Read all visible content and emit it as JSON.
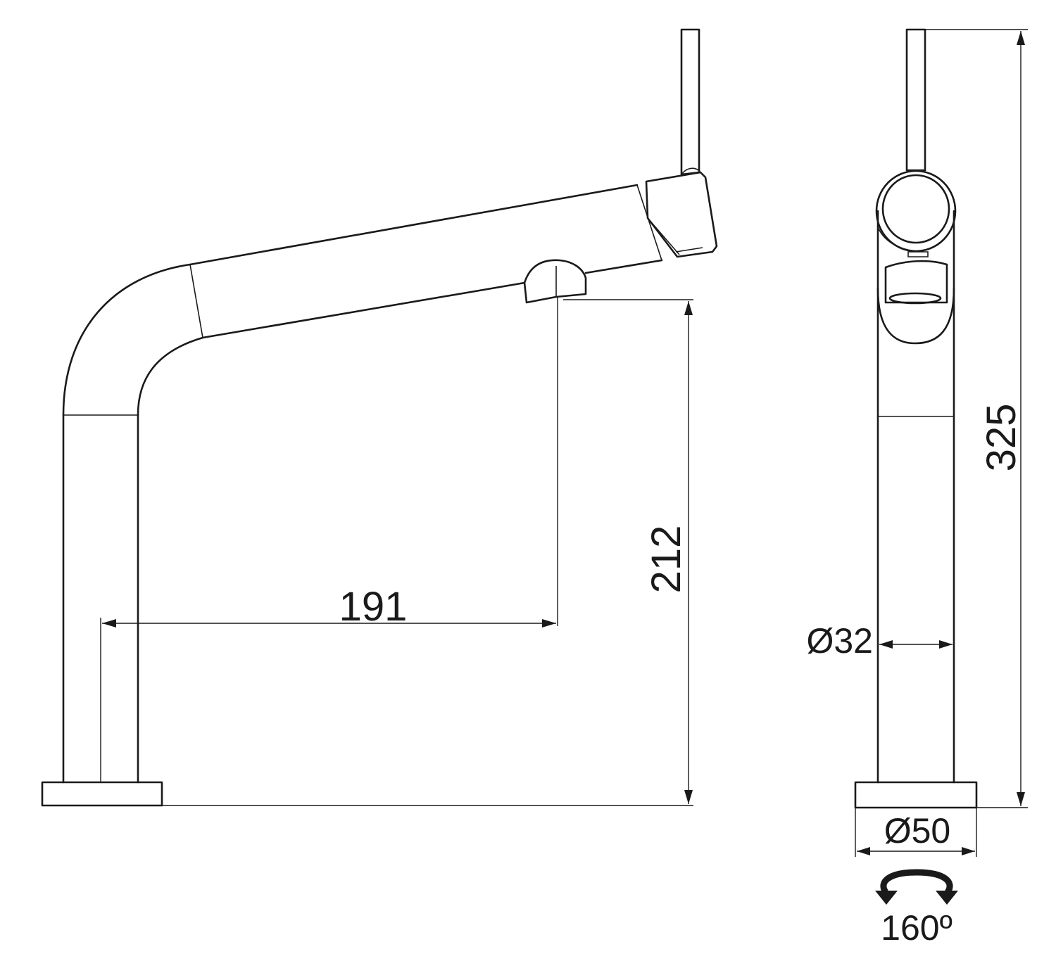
{
  "dimensions": {
    "reach": "191",
    "spout_height": "212",
    "total_height": "325",
    "body_diameter": "Ø32",
    "base_diameter": "Ø50",
    "rotation": "160º"
  },
  "icons": {
    "rotation": "rotation-arrow-icon"
  }
}
